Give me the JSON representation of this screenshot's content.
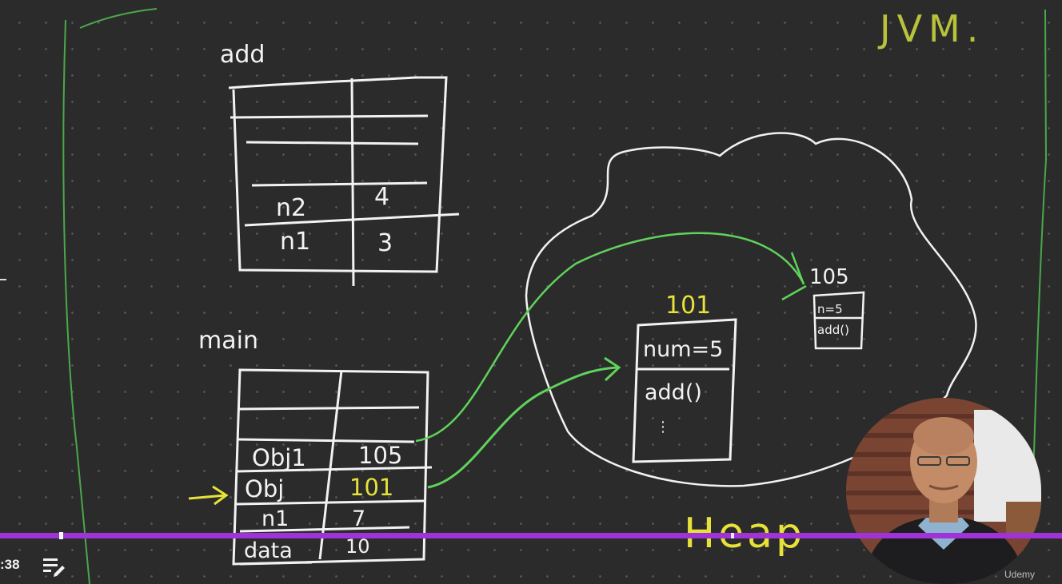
{
  "board": {
    "title": "JVM.",
    "heap_label": "Heap",
    "stack_frames": [
      {
        "name": "add",
        "rows": [
          {
            "var": "",
            "value": ""
          },
          {
            "var": "",
            "value": ""
          },
          {
            "var": "",
            "value": ""
          },
          {
            "var": "n2",
            "value": "4"
          },
          {
            "var": "n1",
            "value": "3"
          }
        ]
      },
      {
        "name": "main",
        "rows": [
          {
            "var": "",
            "value": ""
          },
          {
            "var": "",
            "value": ""
          },
          {
            "var": "Obj1",
            "value": "105"
          },
          {
            "var": "Obj",
            "value": "101"
          },
          {
            "var": "n1",
            "value": "7"
          },
          {
            "var": "data",
            "value": "10"
          }
        ]
      }
    ],
    "heap_objects": [
      {
        "address": "101",
        "fields": [
          "num=5",
          "add()"
        ]
      },
      {
        "address": "105",
        "fields": [
          "n=5",
          "add()"
        ]
      }
    ]
  },
  "player": {
    "timestamp": ":38",
    "transcript_icon": "playlist-edit-icon",
    "progress_percent": 0.06,
    "watermark": "Udemy"
  },
  "colors": {
    "chalk": "#f2f2f2",
    "highlight": "#e6e23a",
    "arrow": "#5fd35a",
    "title": "#b9c23a",
    "progress": "#a033d8"
  }
}
